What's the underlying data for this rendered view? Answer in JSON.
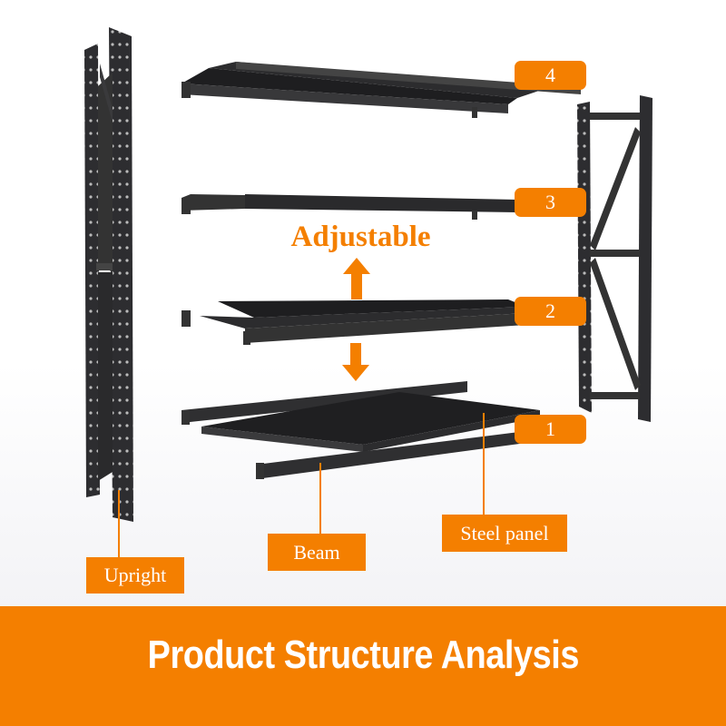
{
  "labels": {
    "level_4": "4",
    "level_3": "3",
    "level_2": "2",
    "level_1": "1",
    "adjustable": "Adjustable",
    "steel_panel": "Steel panel",
    "beam": "Beam",
    "upright": "Upright"
  },
  "banner": {
    "title": "Product Structure Analysis"
  },
  "colors": {
    "accent": "#f47f00",
    "steel": "#2a2a2c"
  }
}
